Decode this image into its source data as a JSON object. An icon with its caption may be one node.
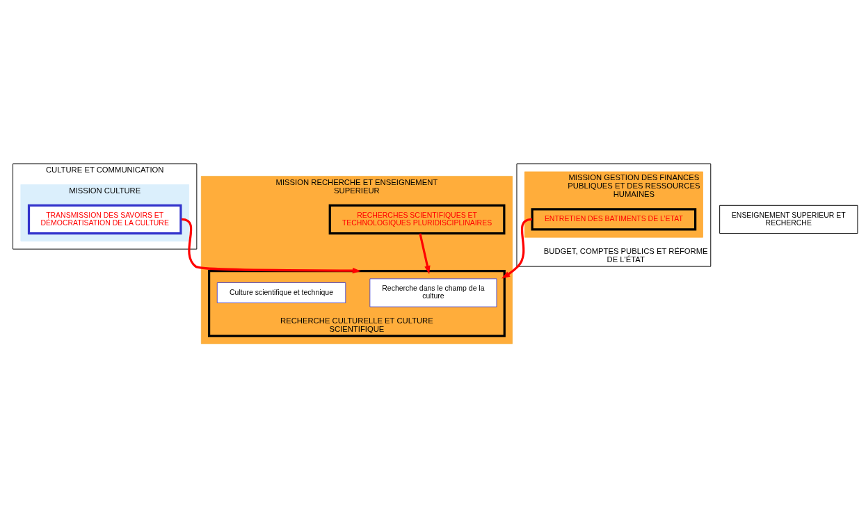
{
  "diagram": {
    "nodes": [
      {
        "text": [
          "CULTURE ET COMMUNICATION"
        ]
      },
      {
        "text": [
          "ENSEIGNEMENT SUPERIEUR ET RECHERCHE"
        ]
      },
      {
        "text": [
          "MISSION RECHERCHE ET ENSEIGNEMENT SUPERIEUR"
        ]
      },
      {
        "text": [
          "RECHERCHE CULTURELLE ET CULTURE SCIENTIFIQUE"
        ],
        "in": 2
      },
      {
        "text": [
          "Recherche dans le champ de la culture"
        ],
        "in": 3
      },
      {
        "text": [
          "Culture scientifique et technique"
        ],
        "in": 3
      },
      {
        "text": [
          "RECHERCHES SCIENTIFIQUES ET TECHNOLOGIQUES PLURIDISCIPLINAIRES"
        ],
        "in": 2
      },
      {
        "text": [
          "MISSION CULTURE"
        ],
        "in": 0
      },
      {
        "text": [
          "TRANSMISSION DES SAVOIRS ET DÉMOCRATISATION DE LA CULTURE"
        ],
        "in": 7
      },
      {
        "text": [
          "BUDGET, COMPTES PUBLICS ET RÉFORME DE L'ÉTAT"
        ]
      },
      {
        "text": [
          "MISSION GESTION DES FINANCES PUBLIQUES ET DES RESSOURCES HUMAINES"
        ],
        "in": 9
      },
      {
        "text": [
          "ENTRETIEN DES BATIMENTS DE L’ETAT"
        ],
        "in": 10
      }
    ],
    "edges": [
      {
        "from": 6,
        "to": 3,
        "arrow": "to",
        "color": "#ff0000"
      },
      {
        "from": 8,
        "to": 3,
        "arrow": "to",
        "color": "#ff0000"
      },
      {
        "from": 11,
        "to": 3,
        "arrow": "to",
        "color": "#ff0000"
      }
    ]
  }
}
